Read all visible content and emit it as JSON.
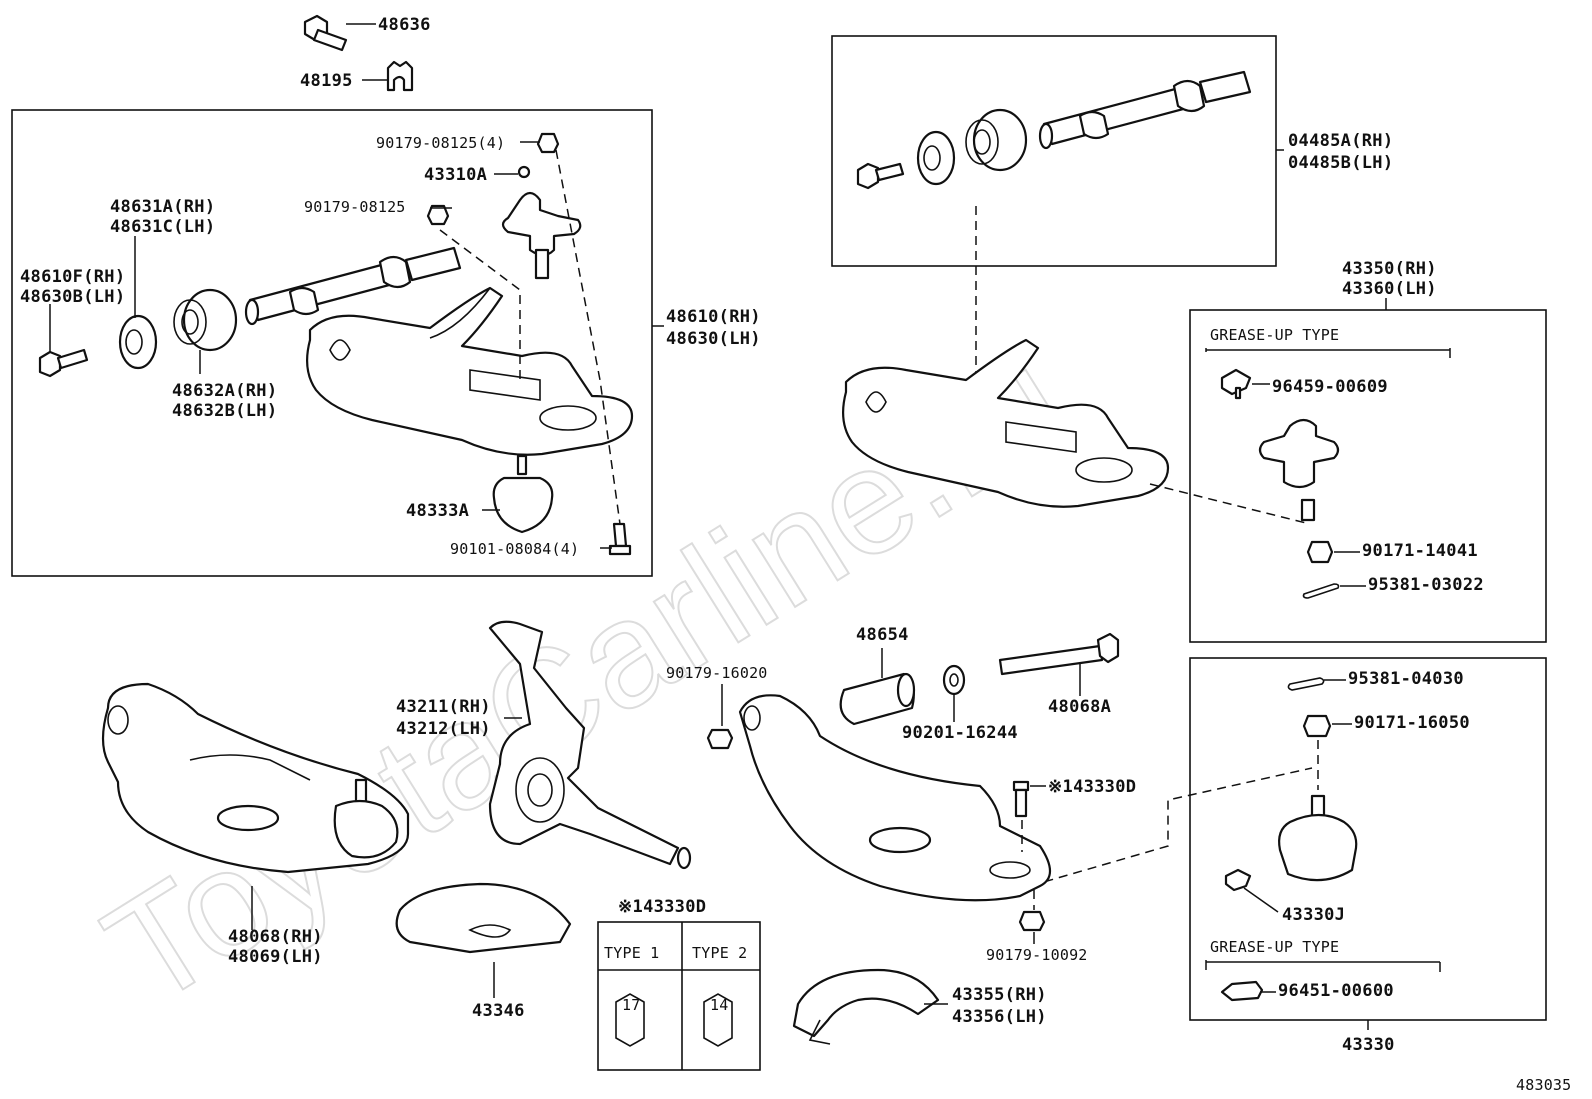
{
  "watermark": "ToyotaCarline.ru",
  "diagram_id": "483035",
  "labels": {
    "p48636": "48636",
    "p48195": "48195",
    "p90179_08125_4": "90179-08125(4)",
    "p43310A": "43310A",
    "p90179_08125": "90179-08125",
    "p48631": [
      "48631A(RH)",
      "48631C(LH)"
    ],
    "p48610F": [
      "48610F(RH)",
      "48630B(LH)"
    ],
    "p48632": [
      "48632A(RH)",
      "48632B(LH)"
    ],
    "p48610": [
      "48610(RH)",
      "48630(LH)"
    ],
    "p48333A": "48333A",
    "p90101": "90101-08084(4)",
    "p04485": [
      "04485A(RH)",
      "04485B(LH)"
    ],
    "p43350": [
      "43350(RH)",
      "43360(LH)"
    ],
    "grease_up_1": "GREASE-UP TYPE",
    "p96459": "96459-00609",
    "p90171_14041": "90171-14041",
    "p95381_03022": "95381-03022",
    "p95381_04030": "95381-04030",
    "p90171_16050": "90171-16050",
    "p43330J": "43330J",
    "grease_up_2": "GREASE-UP TYPE",
    "p96451": "96451-00600",
    "p43330": "43330",
    "p43211": [
      "43211(RH)",
      "43212(LH)"
    ],
    "p48654": "48654",
    "p90179_16020": "90179-16020",
    "p90201": "90201-16244",
    "p48068A": "48068A",
    "p43330D": "※143330D",
    "p90179_10092": "90179-10092",
    "p48068": [
      "48068(RH)",
      "48069(LH)"
    ],
    "p43346": "43346",
    "p43355": [
      "43355(RH)",
      "43356(LH)"
    ]
  },
  "type_table": {
    "title": "※143330D",
    "columns": [
      "TYPE 1",
      "TYPE 2"
    ],
    "sizes": [
      "17",
      "14"
    ]
  }
}
